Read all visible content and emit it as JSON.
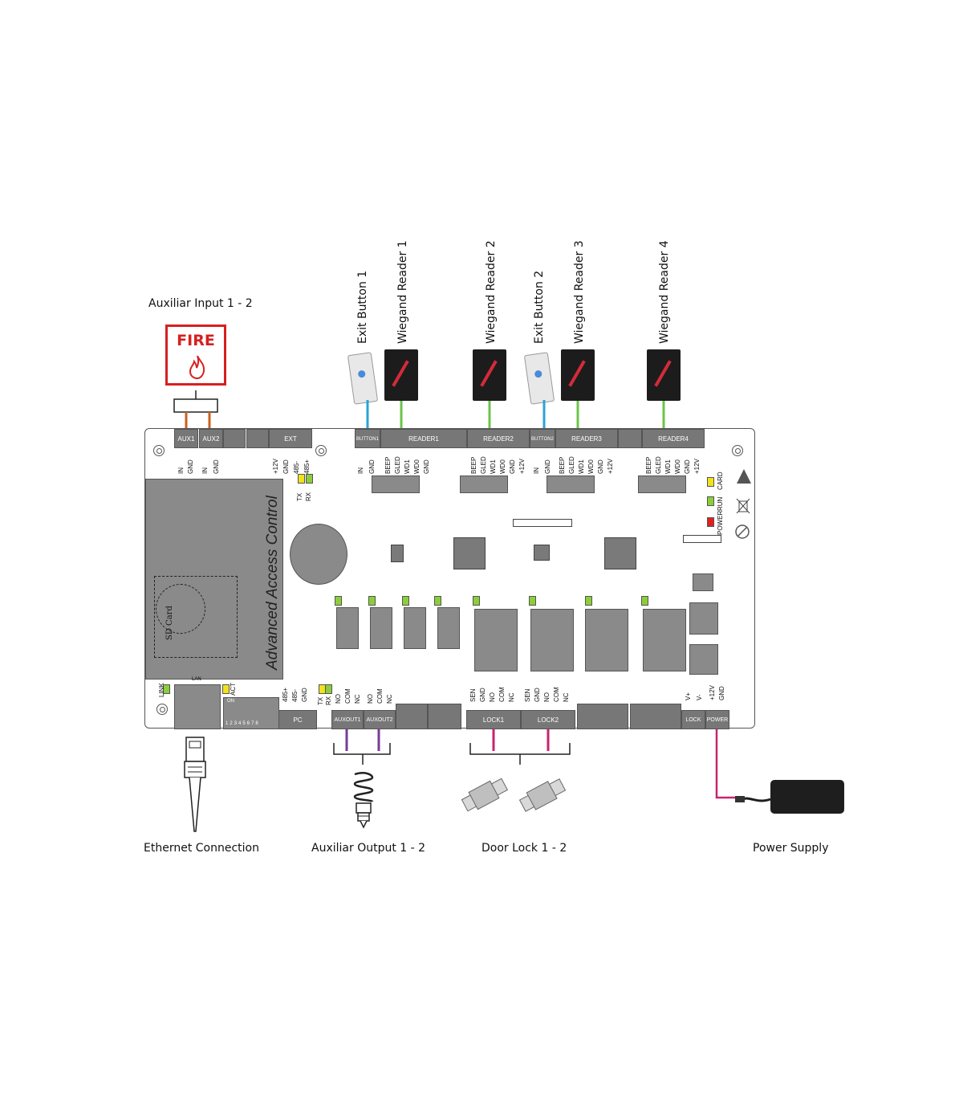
{
  "captions": {
    "aux_input": "Auxiliar Input 1 - 2",
    "exit_button_1": "Exit Button 1",
    "wiegand_reader_1": "Wiegand Reader 1",
    "wiegand_reader_2": "Wiegand Reader 2",
    "exit_button_2": "Exit Button 2",
    "wiegand_reader_3": "Wiegand Reader 3",
    "wiegand_reader_4": "Wiegand Reader 4",
    "ethernet": "Ethernet Connection",
    "aux_output": "Auxiliar Output 1 - 2",
    "door_lock": "Door Lock 1 - 2",
    "power_supply": "Power Supply"
  },
  "fire_sign": {
    "text": "FIRE",
    "icon": "flame-icon"
  },
  "board": {
    "brand": "Advanced Access Control",
    "sd_card": "SD Card",
    "top_headers": [
      "AUX1",
      "AUX2",
      "EXT",
      "BUTTON1",
      "READER1",
      "READER2",
      "BUTTON2",
      "READER3",
      "READER4"
    ],
    "aux_pins": [
      "IN",
      "GND",
      "IN",
      "GND"
    ],
    "ext_pins": [
      "+12V",
      "GND",
      "485-",
      "485+"
    ],
    "button_pins": [
      "IN",
      "GND"
    ],
    "reader_pins": [
      "BEEP",
      "GLED",
      "WD1",
      "WD0",
      "GND",
      "+12V"
    ],
    "tx_label": "TX",
    "rx_label": "RX",
    "status_leds": [
      "CARD",
      "RUN",
      "POWER"
    ],
    "bottom_headers": [
      "LAN",
      "PC",
      "AUXOUT1",
      "AUXOUT2",
      "LOCK1",
      "LOCK2",
      "LOCK",
      "POWER"
    ],
    "link_label": "LINK",
    "act_label": "ACT",
    "dip_on": "ON",
    "dip_numbers": [
      "1",
      "2",
      "3",
      "4",
      "5",
      "6",
      "7",
      "8"
    ],
    "pc_pins": [
      "485+",
      "485-",
      "GND"
    ],
    "auxout_pins": [
      "NO",
      "COM",
      "NC"
    ],
    "lock_pins": [
      "SEN",
      "GND",
      "NO",
      "COM",
      "NC"
    ],
    "lock_power_pins": [
      "V+",
      "V-"
    ],
    "power_pins": [
      "+12V",
      "GND"
    ]
  },
  "colors": {
    "fire_red": "#d62020",
    "aux_wire": "#c8621e",
    "button_wire": "#2aa3d6",
    "reader_wire": "#6cc44a",
    "auxout_wire": "#7a3a9a",
    "lock_wire": "#c8246e",
    "power_wire": "#c8246e",
    "led_yellow": "#f2e21c",
    "led_green": "#8ccd3a",
    "led_red": "#e02020"
  }
}
